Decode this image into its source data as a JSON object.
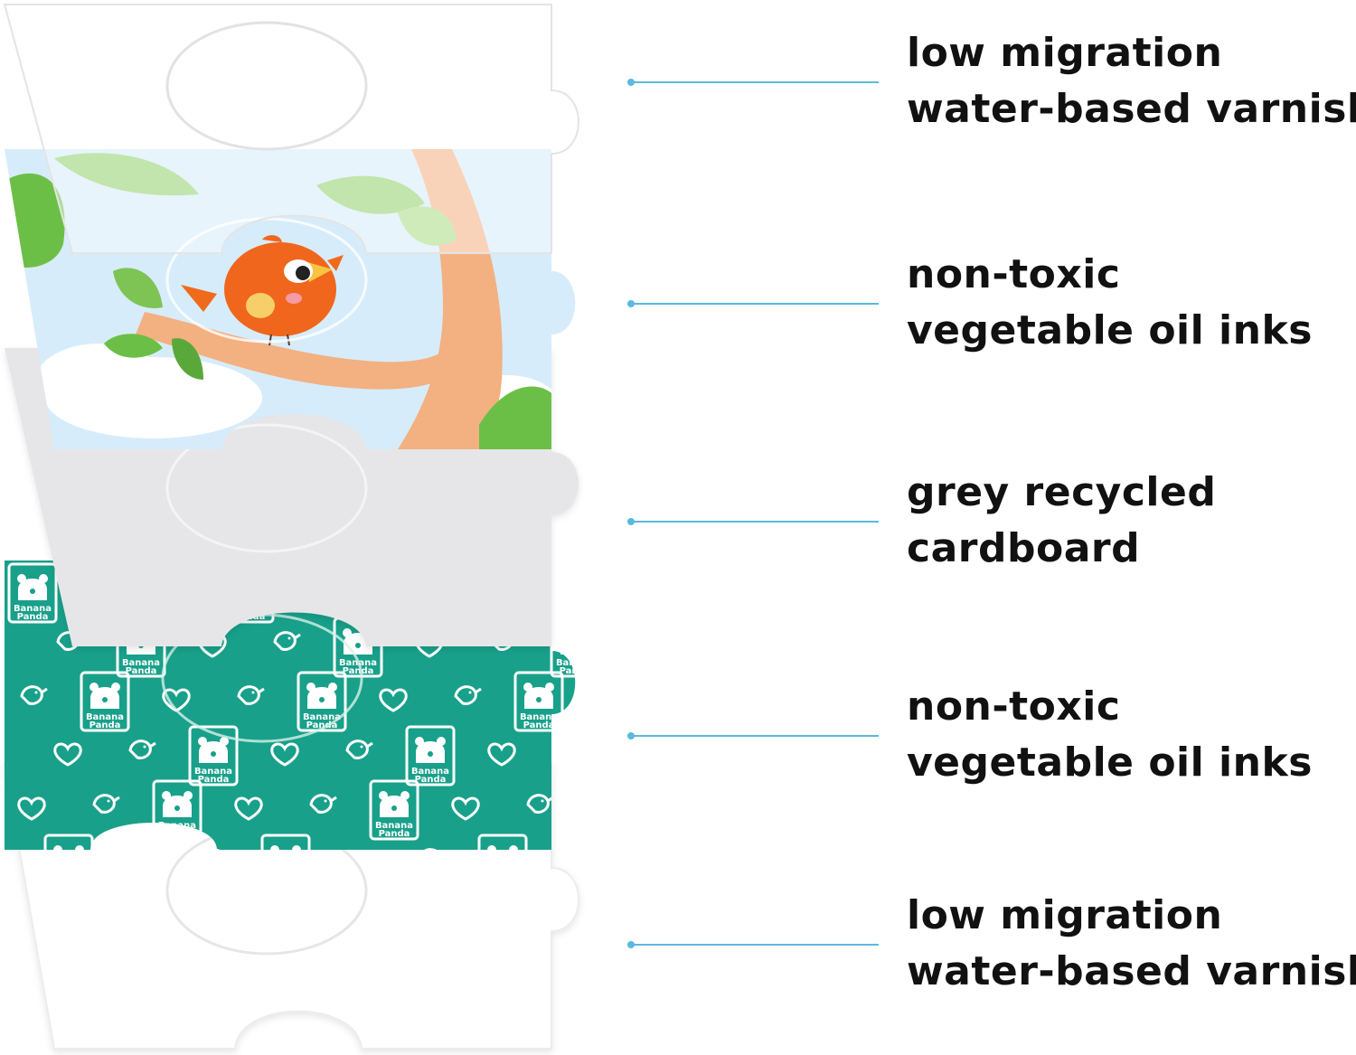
{
  "layers": [
    {
      "line1": "low migration",
      "line2": "water-based varnish"
    },
    {
      "line1": "non-toxic",
      "line2": "vegetable oil inks"
    },
    {
      "line1": "grey recycled",
      "line2": "cardboard"
    },
    {
      "line1": "non-toxic",
      "line2": "vegetable oil inks"
    },
    {
      "line1": "low migration",
      "line2": "water-based varnish"
    }
  ],
  "pattern": {
    "brand_line1": "Banana",
    "brand_line2": "Panda"
  },
  "colors": {
    "leader_line": "#5ab9de",
    "pattern_teal": "#18a08a",
    "sky": "#d6ecfa",
    "grey_board": "#e6e6e8",
    "bird": "#f0661c",
    "branch": "#f3b080",
    "leaf": "#6cbf46"
  }
}
